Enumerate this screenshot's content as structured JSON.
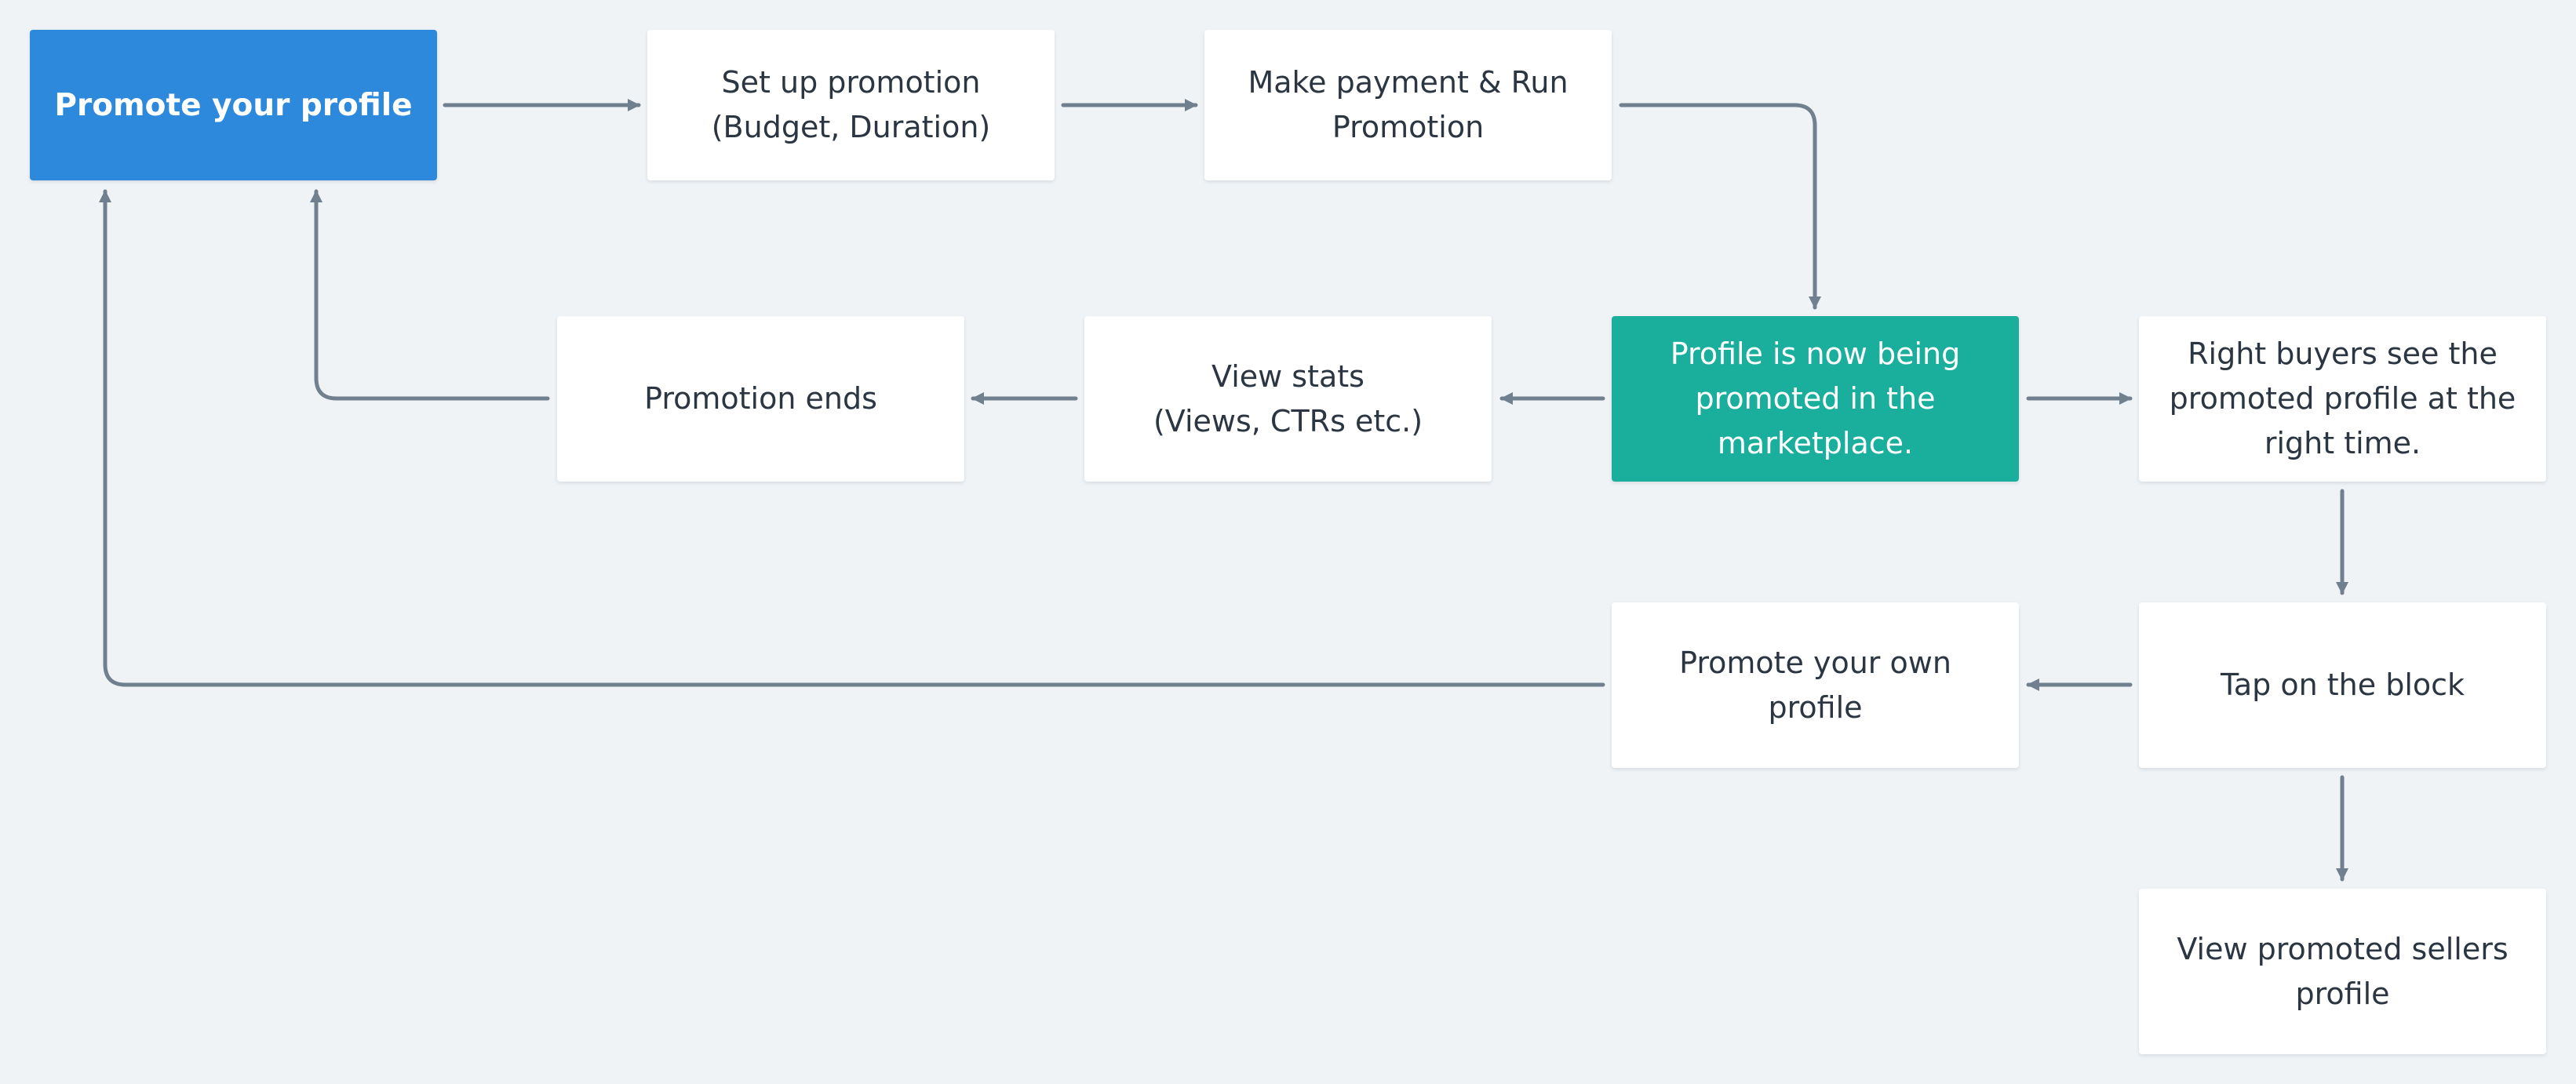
{
  "colors": {
    "background": "#eff3f6",
    "start_node": "#2d89db",
    "highlight_node": "#1aae9c",
    "default_node": "#ffffff",
    "connector": "#71808e",
    "text_dark": "#2b3642",
    "text_light": "#ffffff"
  },
  "nodes": {
    "promote_profile": "Promote your profile",
    "setup_promotion": "Set up promotion\n(Budget, Duration)",
    "make_payment": "Make payment & Run\nPromotion",
    "profile_promoted": "Profile is now being\npromoted in the\nmarketplace.",
    "view_stats": "View stats\n(Views, CTRs etc.)",
    "promotion_ends": "Promotion ends",
    "right_buyers": "Right buyers see the\npromoted profile at the\nright time.",
    "tap_block": "Tap on the block",
    "promote_own": "Promote your own profile",
    "view_sellers": "View promoted sellers\nprofile"
  }
}
